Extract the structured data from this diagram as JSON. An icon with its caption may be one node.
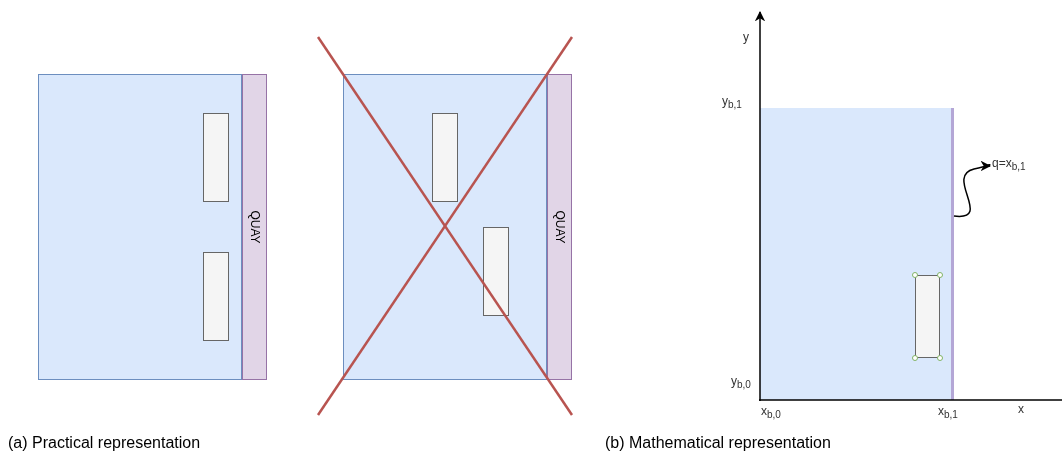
{
  "diagram": {
    "nodes": [
      {
        "text": [],
        "shape": "box"
      },
      {
        "text": [
          "QUAY"
        ]
      },
      {
        "text": [],
        "shape": "box",
        "in": 0
      },
      {
        "text": [],
        "shape": "box",
        "in": 0
      },
      {
        "text": [],
        "shape": "box"
      },
      {
        "text": [
          "QUAY"
        ]
      },
      {
        "text": [],
        "shape": "box",
        "in": 4
      },
      {
        "text": [],
        "shape": "box",
        "in": 4
      },
      {
        "text": [],
        "shape": "box"
      },
      {
        "text": [],
        "shape": "box",
        "in": 8
      },
      {
        "text": [],
        "shape": "bar"
      },
      {
        "text": [
          "q=x$_{b,1}$"
        ]
      }
    ],
    "edges": [
      {
        "from": 10,
        "to": 11,
        "arrow": "to"
      }
    ],
    "labels": [
      "y",
      "y$_{b,1}$",
      "y$_{b,0}$",
      "x$_{b,0}$",
      "x$_{b,1}$",
      "x",
      "(a) Practical representation",
      "(b) Mathematical representation"
    ]
  }
}
